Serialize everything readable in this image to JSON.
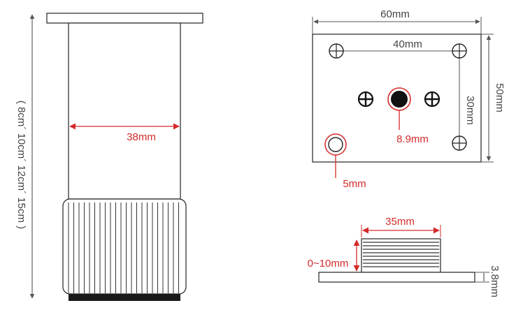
{
  "colors": {
    "outline": "#222222",
    "dimension_red": "#d42a2a",
    "dimension_grey": "#555555",
    "background": "#ffffff"
  },
  "leg": {
    "height_options": "( 8cm´ 10cm´ 12cm´ 15cm )",
    "tube_diameter": "38mm"
  },
  "mounting_plate": {
    "width": "60mm",
    "height": "50mm",
    "hole_spacing_horizontal": "40mm",
    "hole_spacing_vertical": "30mm",
    "center_hole": "8.9mm",
    "corner_hole": "5mm"
  },
  "adjuster": {
    "foot_diameter": "35mm",
    "adjust_range": "0~10mm",
    "base_thickness": "3.8mm"
  }
}
